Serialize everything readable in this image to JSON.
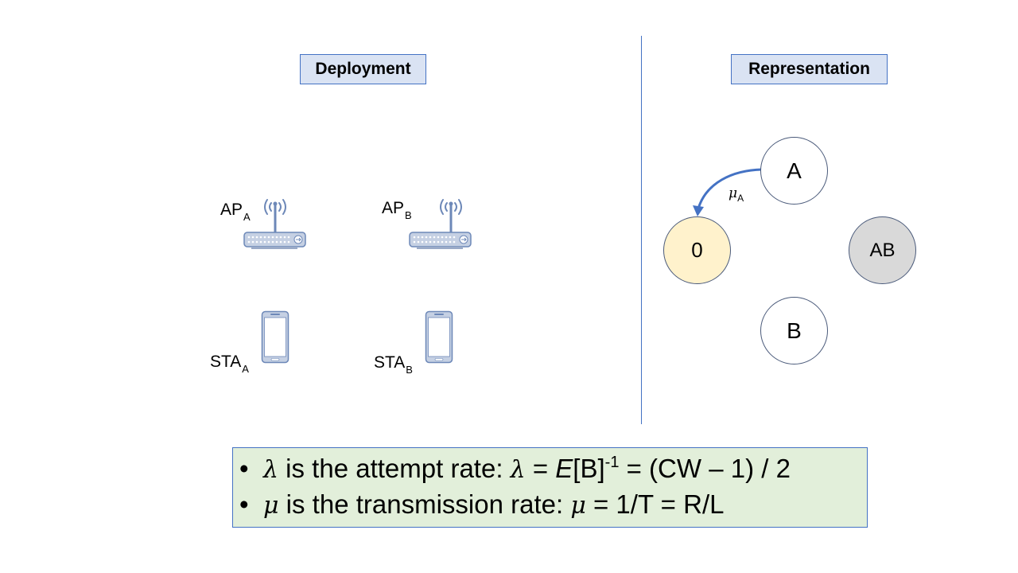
{
  "deployment": {
    "title": "Deployment",
    "ap_a": {
      "base": "AP",
      "sub": "A"
    },
    "ap_b": {
      "base": "AP",
      "sub": "B"
    },
    "sta_a": {
      "base": "STA",
      "sub": "A"
    },
    "sta_b": {
      "base": "STA",
      "sub": "B"
    }
  },
  "representation": {
    "title": "Representation",
    "nodes": {
      "a": "A",
      "zero": "0",
      "ab": "AB",
      "b": "B"
    },
    "edge": {
      "symbol": "μ",
      "sub": "A"
    }
  },
  "formulas": {
    "line1": {
      "bullet": "•",
      "sym1": "λ",
      "text1": " is the attempt rate: ",
      "sym2": "λ",
      "text2": " = ",
      "e": "E",
      "text3": "[B]",
      "sup": "-1",
      "text4": " = (CW – 1) / 2"
    },
    "line2": {
      "bullet": "•",
      "sym1": "μ",
      "text1": " is the transmission rate: ",
      "sym2": "μ",
      "text2": " = 1/T = R/L"
    }
  },
  "colors": {
    "title_fill": "#dae3f3",
    "formula_fill": "#e2efda",
    "accent": "#4472c4",
    "node_zero_fill": "#fff2cc",
    "node_ab_fill": "#d9d9d9"
  },
  "icons": [
    "wifi-router-icon",
    "smartphone-icon"
  ]
}
